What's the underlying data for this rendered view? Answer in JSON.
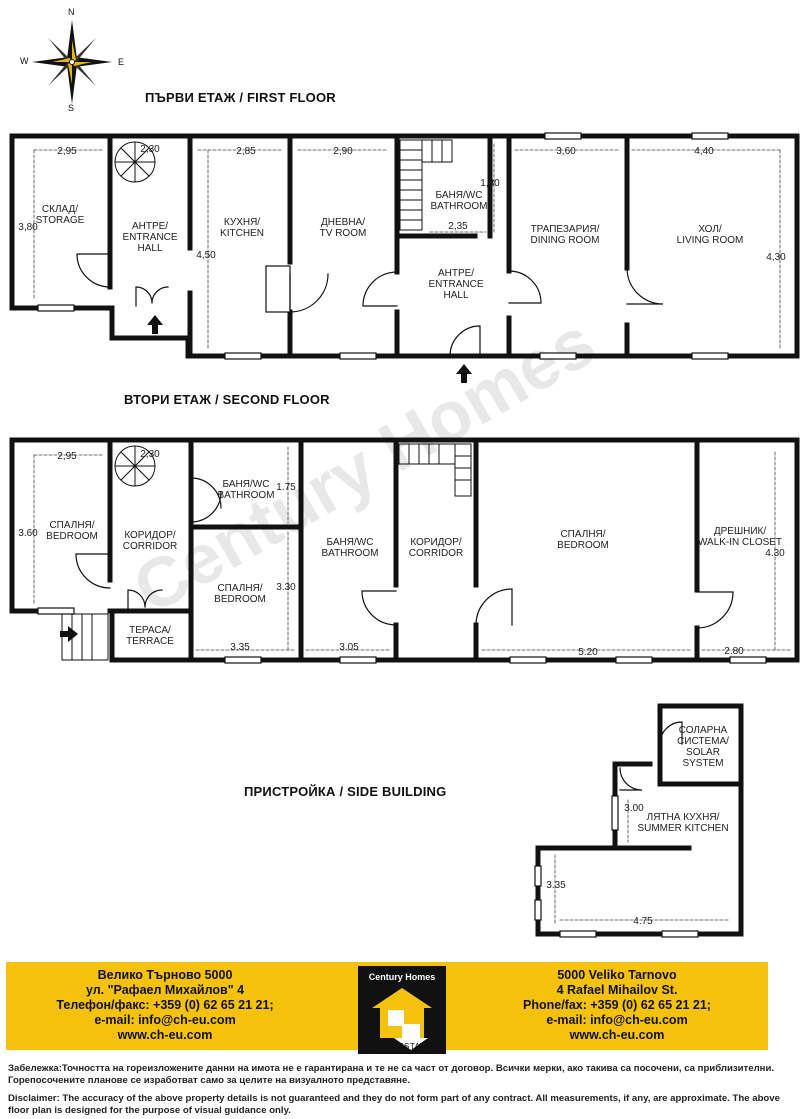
{
  "watermark": "Century Homes",
  "compass": {
    "n": "N",
    "s": "S",
    "e": "E",
    "w": "W"
  },
  "floors": {
    "first": {
      "title": "ПЪРВИ ЕТАЖ / FIRST FLOOR",
      "rooms": {
        "storage": "СКЛАД/\nSTORAGE",
        "entrance_hall_left": "АНТРЕ/\nENTRANCE\nHALL",
        "kitchen": "КУХНЯ/\nKITCHEN",
        "tv_room": "ДНЕВНА/\nTV ROOM",
        "bathroom": "БАНЯ/WC\nBATHROOM",
        "entrance_hall_center": "АНТРЕ/\nENTRANCE\nHALL",
        "dining_room": "ТРАПЕЗАРИЯ/\nDINING ROOM",
        "living_room": "ХОЛ/\nLIVING ROOM"
      },
      "dims": {
        "storage_w": "2,95",
        "storage_h": "3,80",
        "stair_w": "2,30",
        "kitchen_w": "2,85",
        "kitchen_h": "4,50",
        "tv_w": "2,90",
        "bath_h": "1,80",
        "bath_w": "2,35",
        "dining_w": "3,60",
        "living_w": "4,40",
        "living_h": "4,30"
      }
    },
    "second": {
      "title": "ВТОРИ ЕТАЖ / SECOND FLOOR",
      "rooms": {
        "bedroom_left": "СПАЛНЯ/\nBEDROOM",
        "corridor_left": "КОРИДОР/\nCORRIDOR",
        "terrace": "ТЕРАСА/\nTERRACE",
        "bathroom_small": "БАНЯ/WC\nBATHROOM",
        "bedroom_small": "СПАЛНЯ/\nBEDROOM",
        "bathroom_mid": "БАНЯ/WC\nBATHROOM",
        "corridor_mid": "КОРИДОР/\nCORRIDOR",
        "bedroom_big": "СПАЛНЯ/\nBEDROOM",
        "walk_in_closet": "ДРЕШНИК/\nWALK-IN CLOSET"
      },
      "dims": {
        "bed_w": "2,95",
        "bed_h": "3.60",
        "stair_w": "2,30",
        "bath_h": "1.75",
        "bed_small_h": "3.30",
        "bed_small_w": "3.35",
        "bath_mid_w": "3.05",
        "bed_big_w": "5.20",
        "closet_h": "4.30",
        "closet_w": "2.80"
      }
    },
    "side": {
      "title": "ПРИСТРОЙКА / SIDE BUILDING",
      "rooms": {
        "solar": "СОЛАРНА\nСИСТЕМА/\nSOLAR\nSYSTEM",
        "summer_kitchen": "ЛЯТНА КУХНЯ/\nSUMMER KITCHEN"
      },
      "dims": {
        "sk_h": "3.00",
        "main_h": "3.35",
        "main_w": "4.75"
      }
    }
  },
  "footer": {
    "left": [
      "Велико Търново 5000",
      "ул. \"Рафаел Михайлов\" 4",
      "Телефон/факс: +359 (0) 62 65 21 21;",
      "e-mail: info@ch-eu.com",
      "www.ch-eu.com"
    ],
    "right": [
      "5000 Veliko Tarnovo",
      "4 Rafael Mihailov St.",
      "Phone/fax: +359 (0) 62 65 21 21;",
      "e-mail: info@ch-eu.com",
      "www.ch-eu.com"
    ],
    "logo_title": "Century Homes",
    "logo_sub": "REAL ESTATE"
  },
  "disclaimer_bg": "Забележка:Точността на гореизложените данни на имота не е гарантирана и те не са част от договор. Всички мерки, ако такива са посочени, са приблизителни. Горепосочените планове се изработват само за целите на визуалното представяне.",
  "disclaimer_en": "Disclaimer: The accuracy of the above property details is not guaranteed and they do not form part of any contract. All measurements, if any, are approximate. The above floor plan is designed for the purpose of visual guidance only.",
  "colors": {
    "footer_bg": "#f4c20d",
    "logo_bg": "#111111",
    "logo_accent": "#f4c20d",
    "wall": "#111111"
  }
}
